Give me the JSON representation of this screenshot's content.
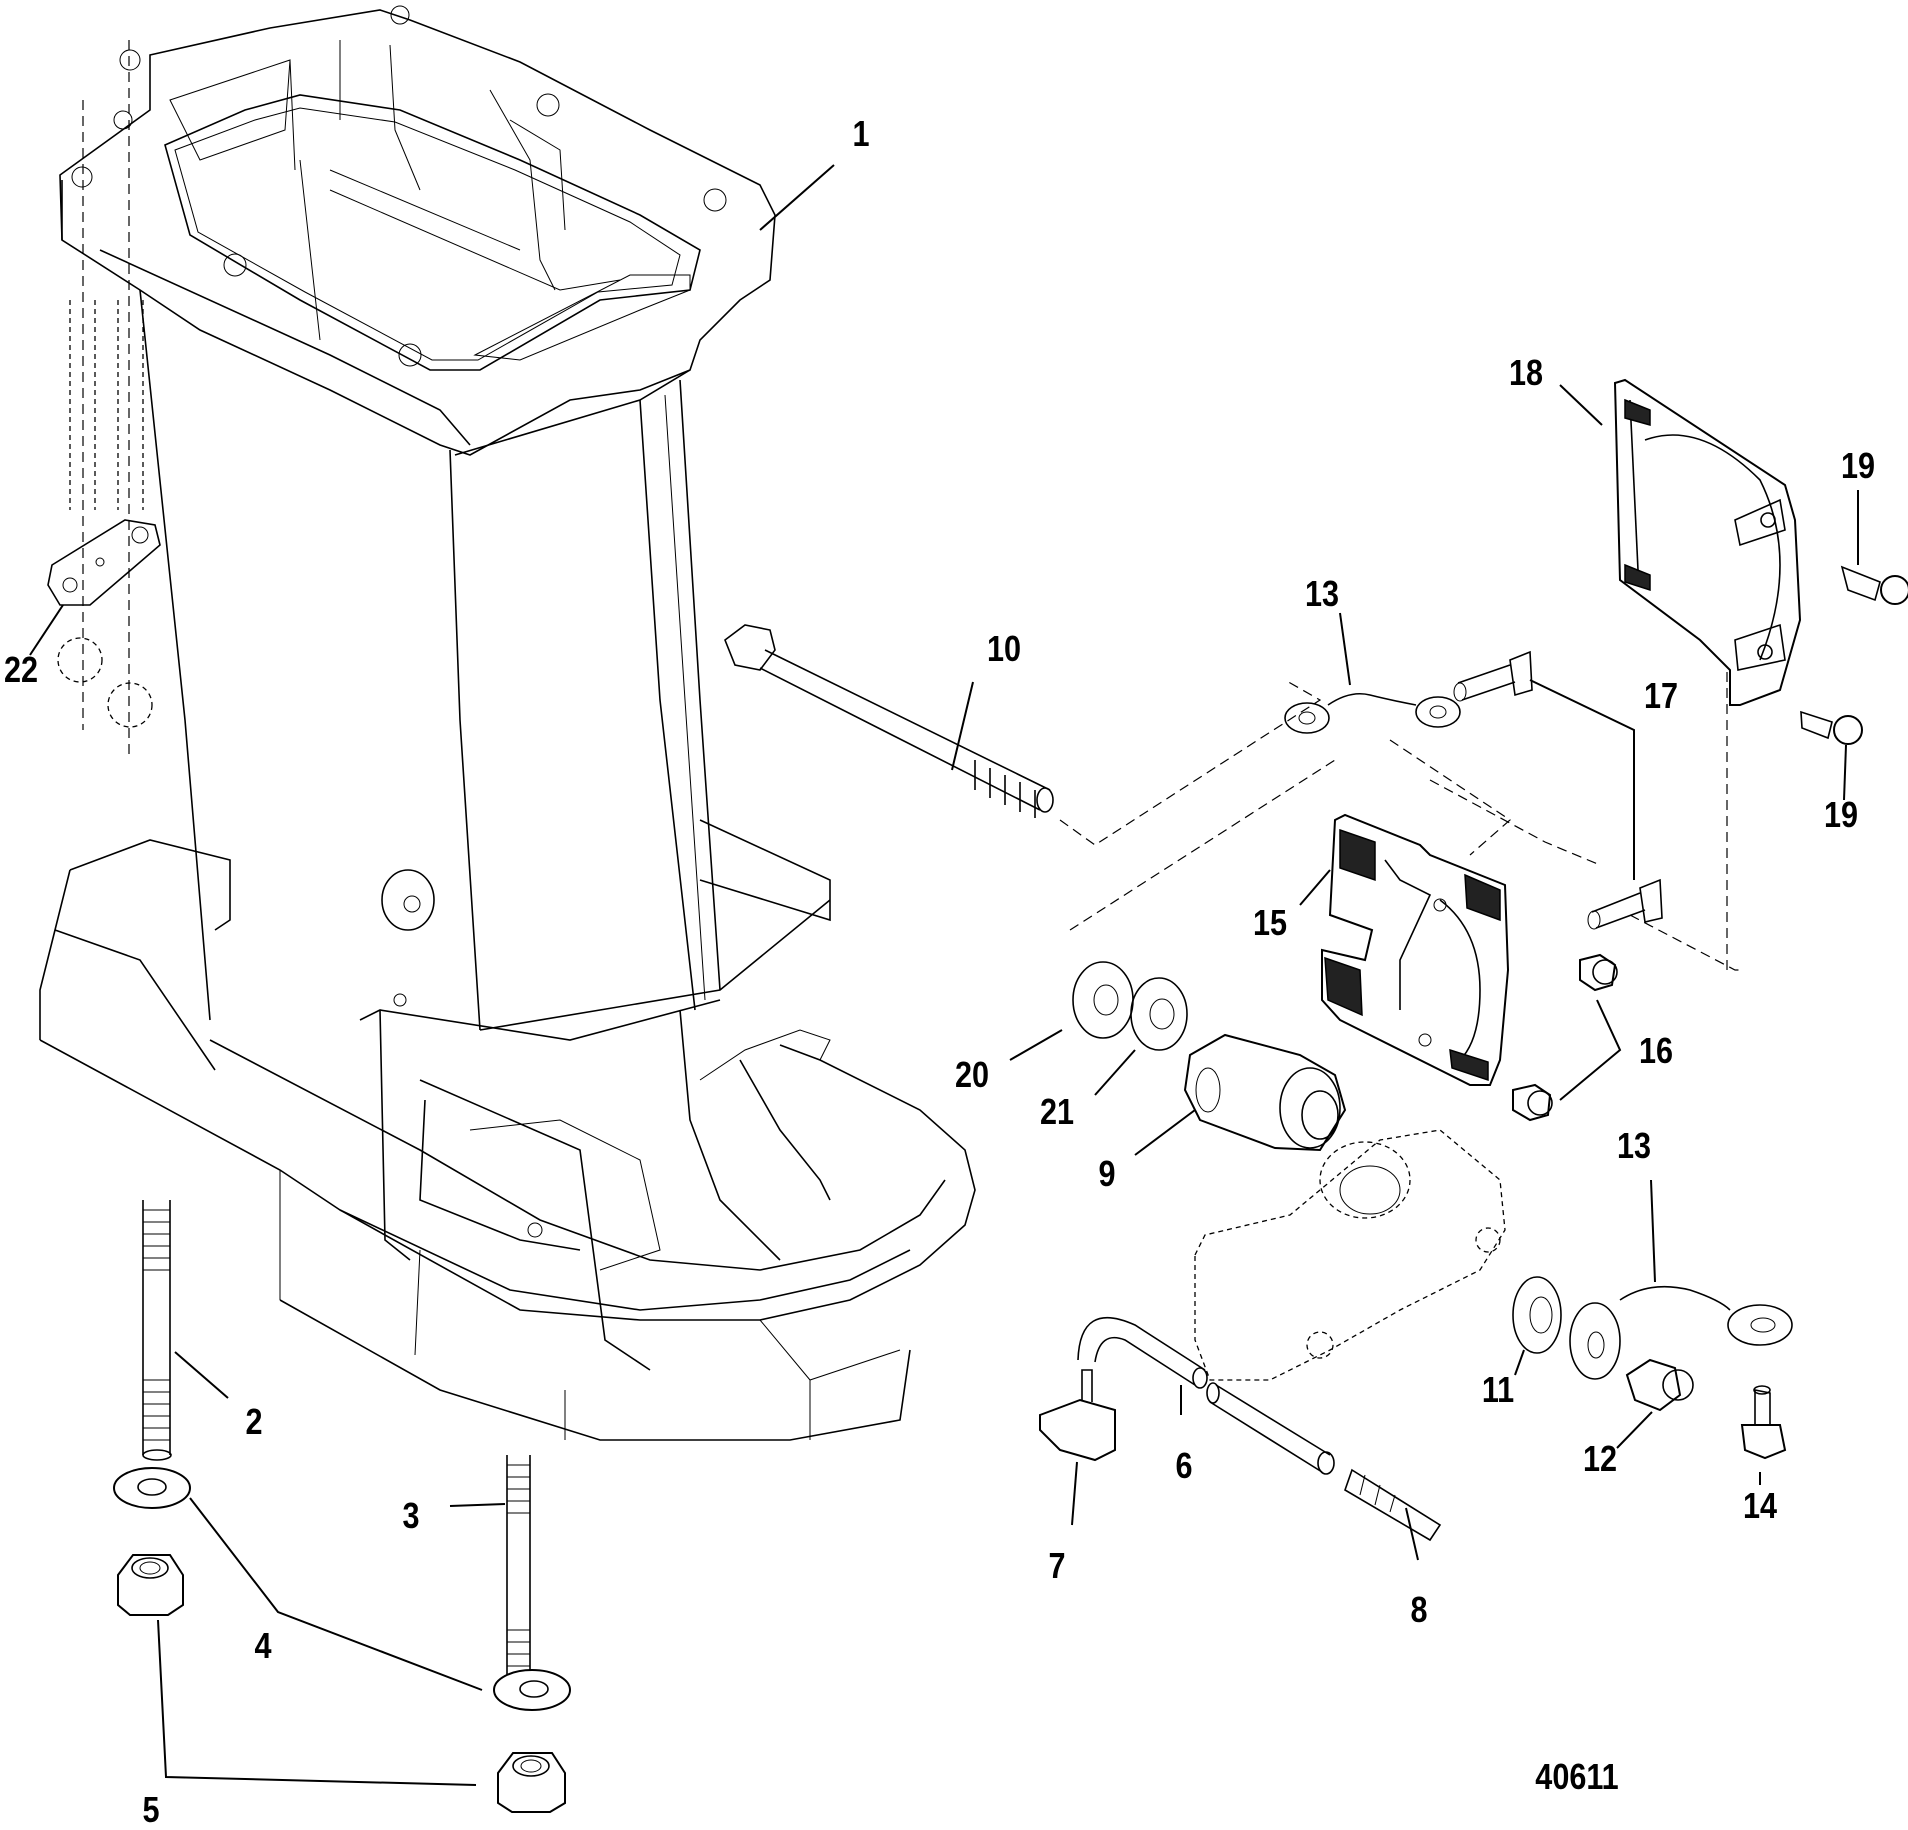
{
  "diagram": {
    "title": "Driveshaft Housing exploded parts view",
    "figure_number": "40611",
    "colors": {
      "line": "#000000",
      "background": "#ffffff"
    },
    "callouts": [
      {
        "id": "c1",
        "label": "1",
        "part": "driveshaft-housing"
      },
      {
        "id": "c2",
        "label": "2",
        "part": "long-stud"
      },
      {
        "id": "c3",
        "label": "3",
        "part": "short-stud"
      },
      {
        "id": "c4",
        "label": "4",
        "part": "washer"
      },
      {
        "id": "c5",
        "label": "5",
        "part": "nut"
      },
      {
        "id": "c6",
        "label": "6",
        "part": "hose"
      },
      {
        "id": "c7",
        "label": "7",
        "part": "elbow-fitting"
      },
      {
        "id": "c8",
        "label": "8",
        "part": "hose-fitting"
      },
      {
        "id": "c9",
        "label": "9",
        "part": "rubber-mount"
      },
      {
        "id": "c10",
        "label": "10",
        "part": "bolt"
      },
      {
        "id": "c11",
        "label": "11",
        "part": "washer"
      },
      {
        "id": "c12",
        "label": "12",
        "part": "locknut"
      },
      {
        "id": "c13a",
        "label": "13",
        "part": "ground-strap-upper"
      },
      {
        "id": "c13b",
        "label": "13",
        "part": "ground-strap-lower"
      },
      {
        "id": "c14",
        "label": "14",
        "part": "screw"
      },
      {
        "id": "c15",
        "label": "15",
        "part": "mount-retainer"
      },
      {
        "id": "c16",
        "label": "16",
        "part": "nut-insert"
      },
      {
        "id": "c17",
        "label": "17",
        "part": "screw"
      },
      {
        "id": "c18",
        "label": "18",
        "part": "cover"
      },
      {
        "id": "c19a",
        "label": "19",
        "part": "screw-upper"
      },
      {
        "id": "c19b",
        "label": "19",
        "part": "screw-lower"
      },
      {
        "id": "c20",
        "label": "20",
        "part": "washer"
      },
      {
        "id": "c21",
        "label": "21",
        "part": "washer"
      },
      {
        "id": "c22",
        "label": "22",
        "part": "plate-with-nuts"
      }
    ]
  }
}
